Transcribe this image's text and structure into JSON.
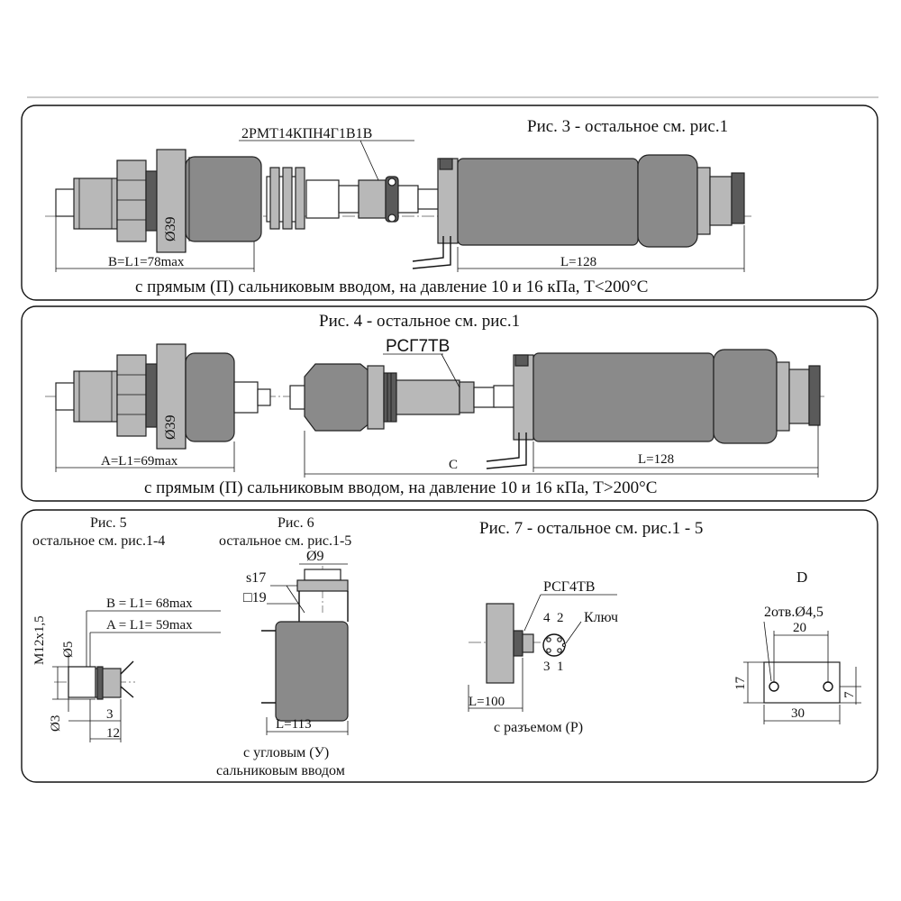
{
  "fig3": {
    "connector": "2РМТ14КПН4Г1В1В",
    "title": "Рис. 3 - остальное см. рис.1",
    "dia": "Ø39",
    "dim_b": "B=L1=78max",
    "dim_l": "L=128",
    "caption": "с прямым (П) сальниковым вводом, на давление 10 и 16 кПа, T<200°C"
  },
  "fig4": {
    "title": "Рис. 4 - остальное см. рис.1",
    "connector": "РСГ7ТВ",
    "dia": "Ø39",
    "dim_a": "A=L1=69max",
    "dim_c": "C",
    "dim_l": "L=128",
    "caption": "с прямым (П) сальниковым вводом, на давление 10 и 16 кПа, T>200°C"
  },
  "fig5": {
    "title1": "Рис. 5",
    "title2": "остальное см. рис.1-4",
    "thread": "M12x1,5",
    "d5": "Ø5",
    "dim_b": "B = L1= 68max",
    "dim_a": "A = L1= 59max",
    "d3": "Ø3",
    "dim3": "3",
    "dim12": "12"
  },
  "fig6": {
    "title1": "Рис. 6",
    "title2": "остальное см. рис.1-5",
    "d9": "Ø9",
    "s17": "s17",
    "sq19": "□19",
    "dim_l": "L=113",
    "caption1": "с угловым (У)",
    "caption2": "сальниковым вводом"
  },
  "fig7": {
    "title": "Рис. 7 - остальное см. рис.1 - 5",
    "connector": "РСГ4ТВ",
    "pins_top": "4  2",
    "pins_bottom": "3  1",
    "key": "Ключ",
    "dim_l": "L=100",
    "caption": "с разъемом (Р)"
  },
  "detail_d": {
    "title": "D",
    "holes": "2отв.Ø4,5",
    "dim20": "20",
    "dim17": "17",
    "dim7": "7",
    "dim30": "30"
  }
}
